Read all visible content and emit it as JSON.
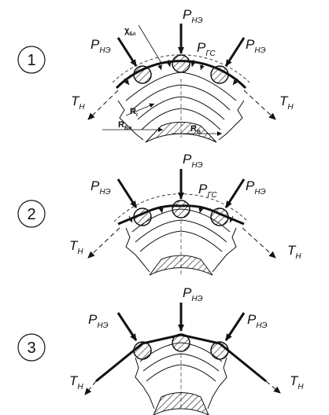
{
  "diagrams": [
    {
      "number": "1",
      "labels": {
        "p_left": "P",
        "p_left_sub": "НЭ",
        "p_center": "P",
        "p_center_sub": "НЭ",
        "p_right": "P",
        "p_right_sub": "НЭ",
        "p_gc": "P",
        "p_gc_sub": "ГС",
        "t_left": "T",
        "t_left_sub": "Н",
        "t_right": "T",
        "t_right_sub": "Н",
        "chi": "χ",
        "chi_sub": "Бл",
        "r_i": "R",
        "r_i_sub": "i",
        "r_bl": "R",
        "r_bl_sub": "Бл",
        "r_v": "R",
        "r_v_sub": "В"
      }
    },
    {
      "number": "2",
      "labels": {
        "p_left": "P",
        "p_left_sub": "НЭ",
        "p_center": "P",
        "p_center_sub": "НЭ",
        "p_right": "P",
        "p_right_sub": "НЭ",
        "p_gc": "P",
        "p_gc_sub": "ГС",
        "t_left": "T",
        "t_left_sub": "Н",
        "t_right": "T",
        "t_right_sub": "Н"
      }
    },
    {
      "number": "3",
      "labels": {
        "p_left": "P",
        "p_left_sub": "НЭ",
        "p_center": "P",
        "p_center_sub": "НЭ",
        "p_right": "P",
        "p_right_sub": "НЭ",
        "t_left": "T",
        "t_left_sub": "Н",
        "t_right": "T",
        "t_right_sub": "Н"
      }
    }
  ]
}
